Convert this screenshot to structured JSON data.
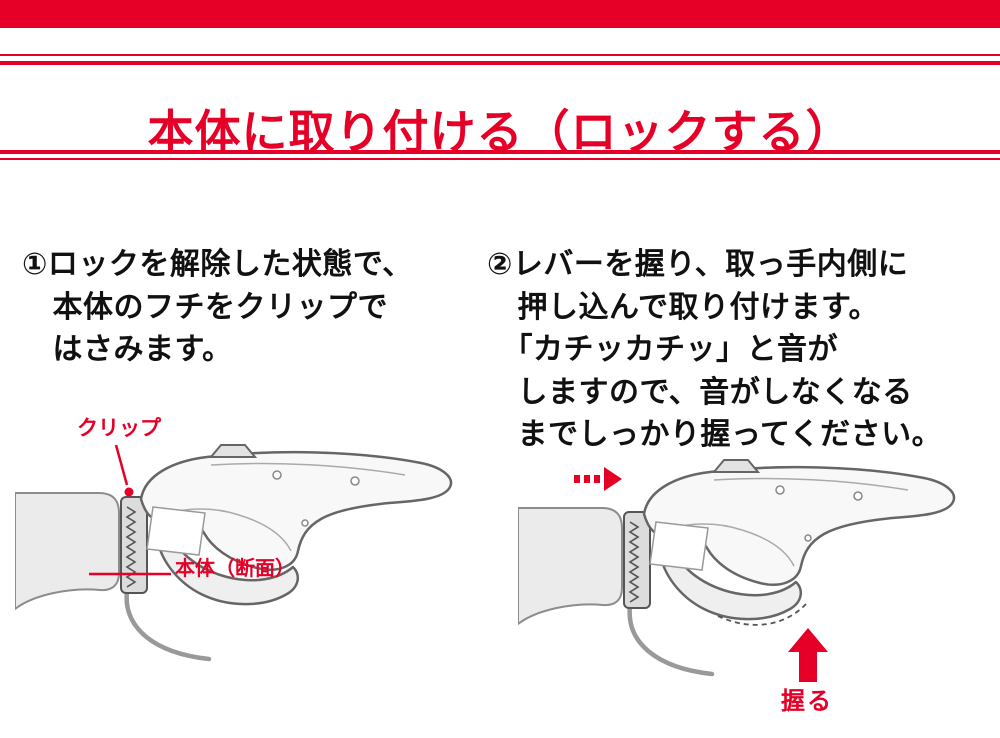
{
  "page": {
    "title": "本体に取り付ける（ロックする）",
    "accent_color": "#e60027",
    "text_color": "#111111"
  },
  "steps": [
    {
      "id": 1,
      "text": "①ロックを解除した状態で、\n　本体のフチをクリップで\n　はさみます。"
    },
    {
      "id": 2,
      "text": "②レバーを握り、取っ手内側に\n　押し込んで取り付けます。\n　「カチッカチッ」と音が\n　しますので、音がしなくなる\n　までしっかり握ってください。"
    }
  ],
  "figures": {
    "left": {
      "labels": {
        "clip": "クリップ",
        "body": "本体（断面）"
      }
    },
    "right": {
      "labels": {
        "grip": "握る"
      }
    }
  },
  "icons": {
    "push_arrow": "dashed-right-arrow",
    "grip_arrow": "solid-up-arrow"
  }
}
